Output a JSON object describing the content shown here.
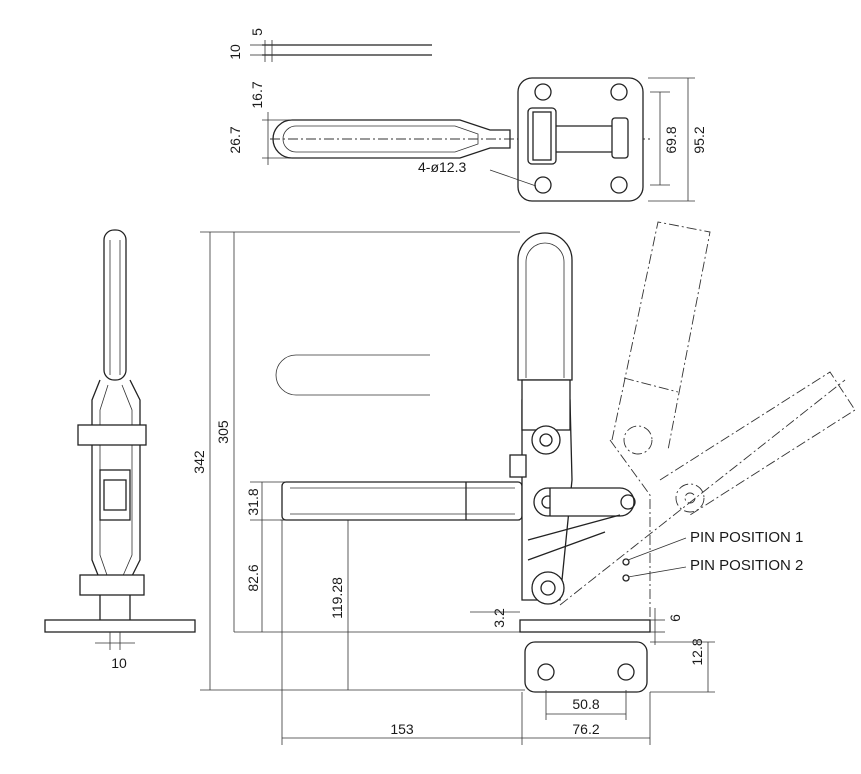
{
  "colors": {
    "line": "#222222",
    "background": "#ffffff"
  },
  "top_view": {
    "dims": {
      "d10": "10",
      "d5": "5",
      "d16_7": "16.7",
      "d26_7": "26.7",
      "holes": "4-ø12.3",
      "d69_8": "69.8",
      "d95_2": "95.2"
    }
  },
  "side_view": {
    "dims": {
      "d10": "10"
    }
  },
  "front_view": {
    "dims": {
      "d342": "342",
      "d305": "305",
      "d31_8": "31.8",
      "d82_6": "82.6",
      "d119_28": "119.28",
      "d3_2": "3.2",
      "d6": "6",
      "d12_8": "12.8",
      "d50_8": "50.8",
      "d153": "153",
      "d76_2": "76.2"
    },
    "labels": {
      "pin1": "PIN POSITION 1",
      "pin2": "PIN POSITION 2"
    }
  }
}
